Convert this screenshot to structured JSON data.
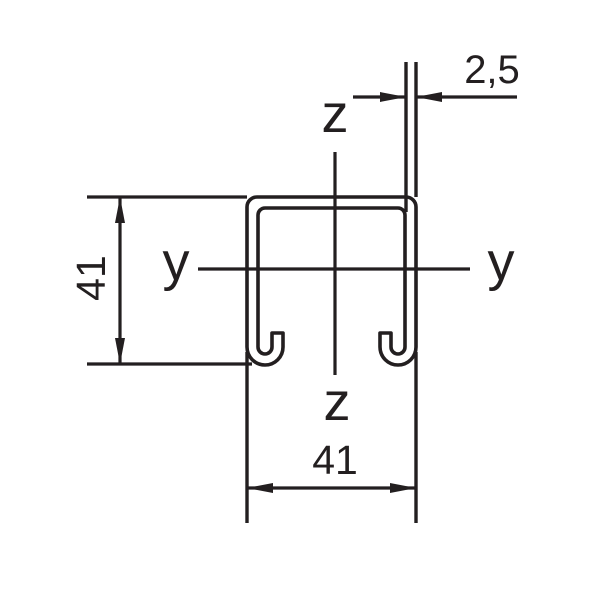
{
  "diagram": {
    "background": "#ffffff",
    "line_color": "#231f20",
    "labels": {
      "thickness": "2,5",
      "height": "41",
      "width": "41",
      "axis_z_top": "z",
      "axis_z_bottom": "z",
      "axis_y_left": "y",
      "axis_y_right": "y"
    }
  }
}
